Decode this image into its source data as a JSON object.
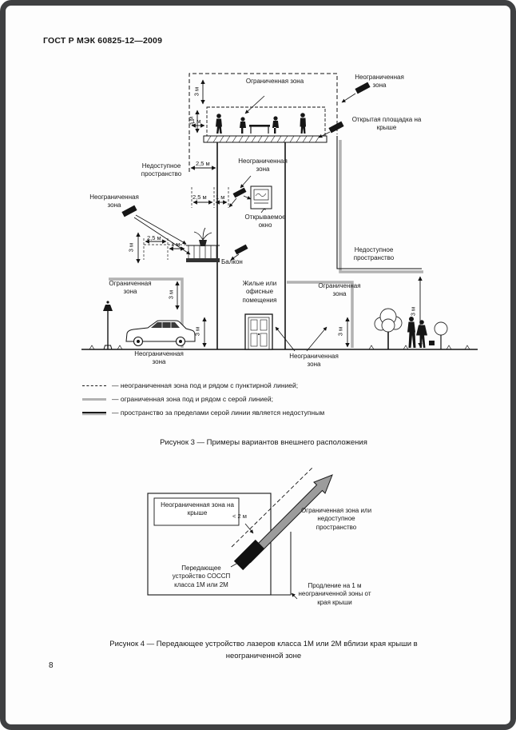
{
  "document": {
    "header": "ГОСТ Р МЭК 60825-12—2009",
    "page_number": "8"
  },
  "figure3": {
    "caption": "Рисунок 3 — Примеры вариантов внешнего расположения",
    "labels": {
      "restricted_zone_top": "Ограниченная зона",
      "unrestricted_zone_top_right": "Неограниченная зона",
      "open_roof_area": "Открытая площадка на крыше",
      "inaccessible_space_left": "Недоступное пространство",
      "unrestricted_zone_mid": "Неограниченная зона",
      "openable_window": "Открываемое окно",
      "unrestricted_zone_left": "Неограниченная зона",
      "balcony": "Балкон",
      "restricted_zone_left": "Ограниченная зона",
      "residential_or_office": "Жилые или офисные помещения",
      "inaccessible_space_right": "Недоступное пространство",
      "restricted_zone_right": "Ограниченная зона",
      "unrestricted_zone_bottom_left": "Неограниченная зона",
      "unrestricted_zone_bottom_mid": "Неограниченная зона"
    },
    "dimensions": {
      "three_m": "3 м",
      "one_m": "1 м",
      "two_five_m": "2,5 м"
    },
    "legend": [
      {
        "text": "— неограниченная зона под и рядом с пунктирной линией;"
      },
      {
        "text": "— ограниченная зона под и рядом с серой линией;"
      },
      {
        "text": "— пространство за пределами серой линии является недоступным"
      }
    ]
  },
  "figure4": {
    "caption": "Рисунок 4 — Передающее устройство лазеров класса 1М или 2М вблизи края крыши в неограниченной зоне",
    "labels": {
      "unrestricted_zone_roof": "Неограниченная зона на крыше",
      "less_than_2m": "< 2 м",
      "restricted_or_inaccessible": "Ограниченная зона или недоступное пространство",
      "transmitter": "Передающее устройство СОССП класса 1М или 2М",
      "extension_1m": "Продление на 1 м неограниченной зоны от края крыши"
    }
  }
}
